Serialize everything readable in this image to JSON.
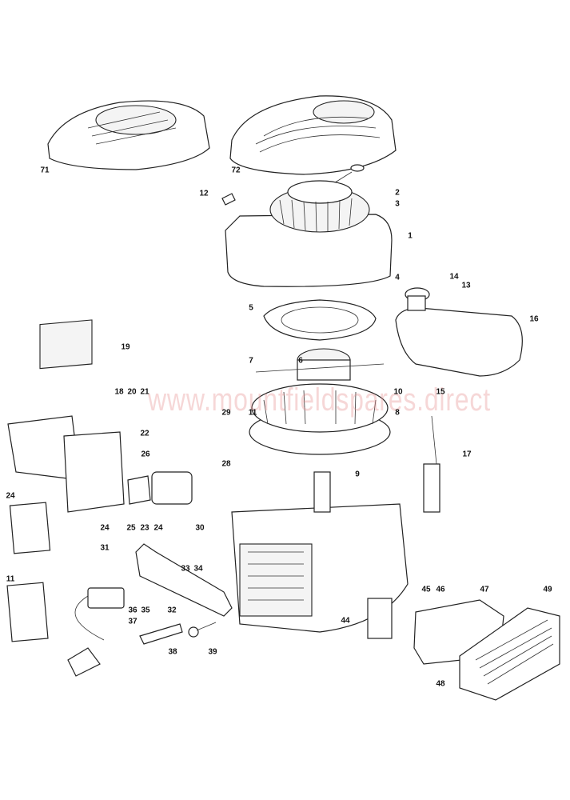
{
  "watermark": "www.mountfieldspares.direct",
  "callouts": [
    "71",
    "72",
    "12",
    "2",
    "3",
    "1",
    "4",
    "14",
    "13",
    "5",
    "16",
    "19",
    "6",
    "7",
    "10",
    "18",
    "20",
    "21",
    "15",
    "8",
    "29",
    "11",
    "22",
    "26",
    "17",
    "28",
    "9",
    "24",
    "24",
    "25",
    "23",
    "24",
    "30",
    "31",
    "33",
    "34",
    "11",
    "45",
    "46",
    "47",
    "49",
    "36",
    "35",
    "32",
    "44",
    "37",
    "38",
    "39",
    "48"
  ]
}
